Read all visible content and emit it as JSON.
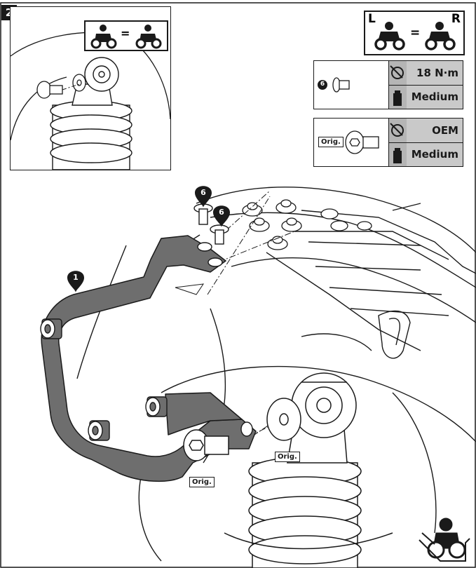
{
  "step": {
    "number": "2"
  },
  "inset_graphic": {
    "label": "="
  },
  "sides": {
    "left": "L",
    "right": "R",
    "equals": "="
  },
  "spec_boxes": [
    {
      "part_label": "6",
      "torque": "18 N·m",
      "threadlock": "Medium",
      "torque_icon": "torque-wrench-icon",
      "threadlock_icon": "threadlock-bottle-icon"
    },
    {
      "part_label": "Orig.",
      "torque": "OEM",
      "threadlock": "Medium",
      "torque_icon": "torque-wrench-icon",
      "threadlock_icon": "threadlock-bottle-icon"
    }
  ],
  "callouts": [
    {
      "label": "6"
    },
    {
      "label": "6"
    },
    {
      "label": "1"
    }
  ],
  "orig_tags": [
    {
      "label": "Orig."
    },
    {
      "label": "Orig."
    }
  ],
  "colors": {
    "line": "#1a1a1a",
    "bracket": "#6e6e6e",
    "gray": "#c9c9c9"
  }
}
